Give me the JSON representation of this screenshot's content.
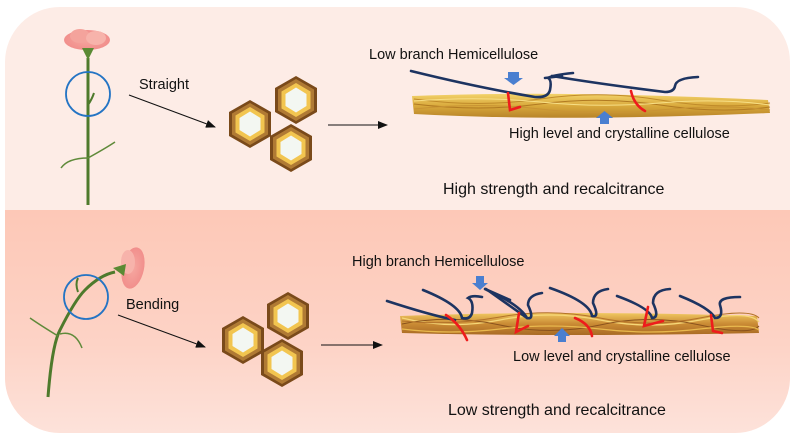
{
  "top_panel": {
    "condition_label": "Straight",
    "hemicellulose_label": "Low branch Hemicellulose",
    "cellulose_label": "High level and crystalline cellulose",
    "outcome_label": "High strength and recalcitrance",
    "background_color": "#fdece6"
  },
  "bottom_panel": {
    "condition_label": "Bending",
    "hemicellulose_label": "High branch Hemicellulose",
    "cellulose_label": "Low level and crystalline cellulose",
    "outcome_label": "Low strength and recalcitrance",
    "background_color": "#fdc8b7"
  },
  "colors": {
    "hemicellulose": "#1d3461",
    "crosslink": "#ee1c1c",
    "indicator_arrow": "#4a7fd0",
    "highlight_circle": "#2474c4",
    "fiber": "#e2b84a",
    "cell_wall": "#8a5a22"
  },
  "icons": {
    "plant_top": "straight-carnation-icon",
    "plant_bottom": "bent-carnation-icon",
    "cells": "hexagonal-cell-cluster-icon"
  }
}
